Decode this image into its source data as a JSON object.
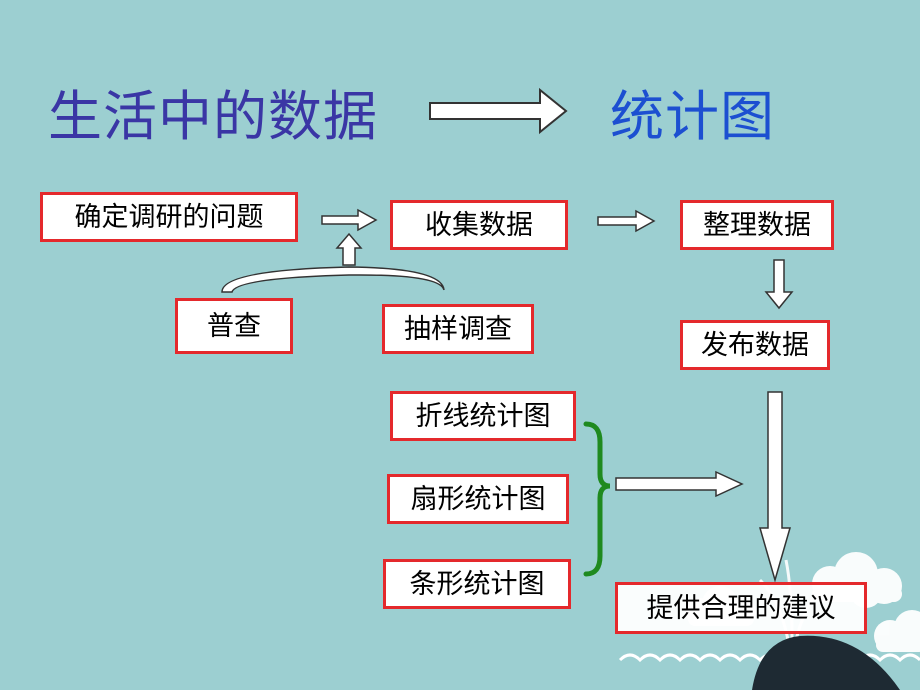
{
  "header": {
    "left_title": "生活中的数据",
    "right_title": "统计图"
  },
  "flow": {
    "define_question": "确定调研的问题",
    "collect_data": "收集数据",
    "organize_data": "整理数据",
    "census": "普查",
    "sample_survey": "抽样调查",
    "publish_data": "发布数据",
    "line_chart": "折线统计图",
    "pie_chart": "扇形统计图",
    "bar_chart": "条形统计图",
    "suggestion": "提供合理的建议"
  },
  "colors": {
    "background": "#9ccfd1",
    "box_border": "#e4292c",
    "title_left": "#3a36a5",
    "title_right": "#1c4fd1",
    "brace": "#1f8a1f"
  }
}
